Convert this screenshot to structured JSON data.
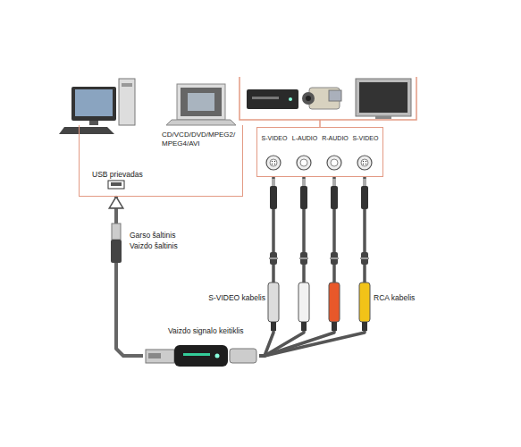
{
  "diagram": {
    "nodes": [
      {
        "text": [
          "USB prievadas",
          "CD/VCD/DVD/MPEG2/ MPEG4/AVI"
        ]
      },
      {
        "text": [
          "S-VIDEO",
          "L-AUDIO",
          "R-AUDIO",
          "S-VIDEO"
        ]
      },
      {
        "text": [
          "Vaizdo signalo keitiklis"
        ]
      }
    ],
    "edges": [
      {
        "from": 2,
        "to": 0,
        "arrow": "to"
      },
      {
        "from": 2,
        "to": 1,
        "arrow": "none"
      },
      {
        "from": 2,
        "to": 1,
        "arrow": "none"
      },
      {
        "from": 2,
        "to": 1,
        "arrow": "none"
      },
      {
        "from": 2,
        "to": 1,
        "arrow": "none"
      }
    ],
    "labels": [
      "Garso šaltinis",
      "Vaizdo šaltinis",
      "S-VIDEO kabelis",
      "RCA kabelis"
    ]
  }
}
